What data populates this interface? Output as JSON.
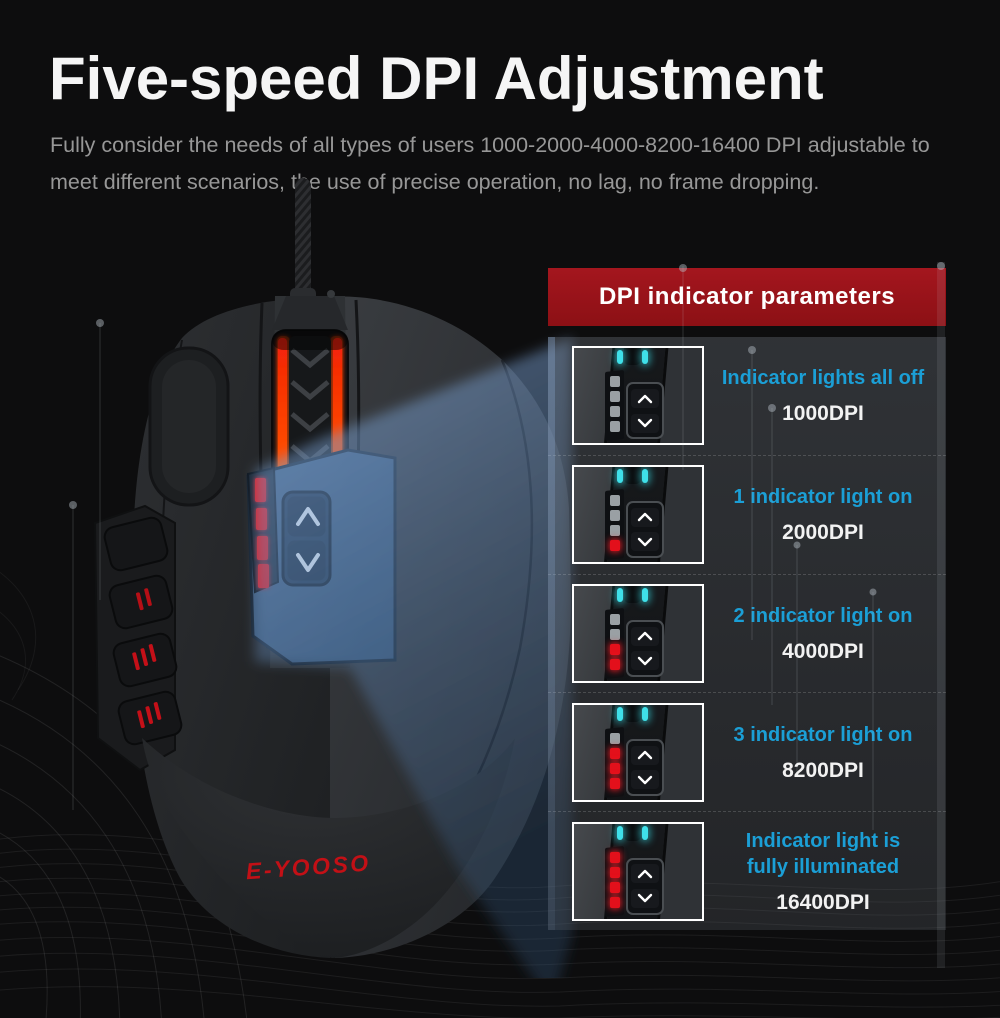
{
  "page": {
    "title": "Five-speed DPI Adjustment",
    "description": "Fully consider the needs of all types of users 1000-2000-4000-8200-16400 DPI adjustable to meet different scenarios, the use of precise operation, no lag, no frame dropping."
  },
  "brand": {
    "logo_text": "E-YOOSO",
    "logo_color": "#c31016"
  },
  "panel": {
    "header": "DPI indicator parameters",
    "header_bg": "#9a1118",
    "accent_cyan": "#1b9fd6",
    "rows": [
      {
        "label": "Indicator lights all off",
        "dpi": "1000DPI",
        "lit_count": 0,
        "leds_total": 4
      },
      {
        "label": "1 indicator light on",
        "dpi": "2000DPI",
        "lit_count": 1,
        "leds_total": 4
      },
      {
        "label": "2 indicator light on",
        "dpi": "4000DPI",
        "lit_count": 2,
        "leds_total": 4
      },
      {
        "label": "3 indicator light on",
        "dpi": "8200DPI",
        "lit_count": 3,
        "leds_total": 4
      },
      {
        "label": "Indicator light is\nfully illuminated",
        "dpi": "16400DPI",
        "lit_count": 4,
        "leds_total": 4
      }
    ]
  },
  "mouse": {
    "indicator_color_on": "#e0151f",
    "indicator_color_off": "#9aa0a4",
    "wheel_glow_color": "#ff5a00",
    "beam_color": "#5f87b5",
    "icons": {
      "up": "chevron-up-icon",
      "down": "chevron-down-icon"
    }
  }
}
